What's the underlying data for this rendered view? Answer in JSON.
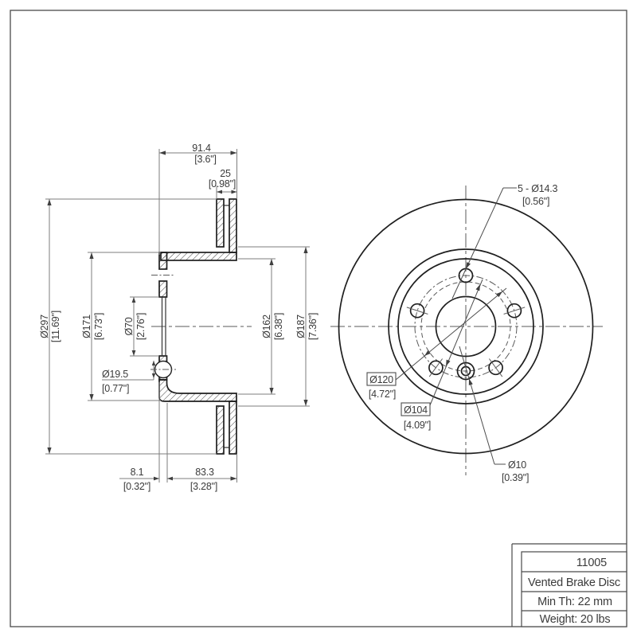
{
  "section_view": {
    "overall_width_mm": "91.4",
    "overall_width_in": "[3.6\"]",
    "disc_thickness_mm": "25",
    "disc_thickness_in": "[0.98\"]",
    "outer_dia_mm": "Ø297",
    "outer_dia_in": "[11.69\"]",
    "hat_dia_mm": "Ø171",
    "hat_dia_in": "[6.73\"]",
    "bore_dia_mm": "Ø70",
    "bore_dia_in": "[2.76\"]",
    "counterbore_dia_mm": "Ø19.5",
    "counterbore_dia_in": "[0.77\"]",
    "inner_dia_mm": "Ø162",
    "inner_dia_in": "[6.38\"]",
    "step_dia_mm": "Ø187",
    "step_dia_in": "[7.36\"]",
    "flange_offset_mm": "8.1",
    "flange_offset_in": "[0.32\"]",
    "hat_depth_mm": "83.3",
    "hat_depth_in": "[3.28\"]"
  },
  "front_view": {
    "bolt_holes_mm": "5 - Ø14.3",
    "bolt_holes_in": "[0.56\"]",
    "bolt_circle_mm": "Ø120",
    "bolt_circle_in": "[4.72\"]",
    "screw_circle_mm": "Ø104",
    "screw_circle_in": "[4.09\"]",
    "screw_hole_mm": "Ø10",
    "screw_hole_in": "[0.39\"]"
  },
  "title_block": {
    "part_number": "11005",
    "product": "Vented Brake Disc",
    "min_th": "Min Th: 22 mm",
    "weight": "Weight: 20 lbs"
  }
}
